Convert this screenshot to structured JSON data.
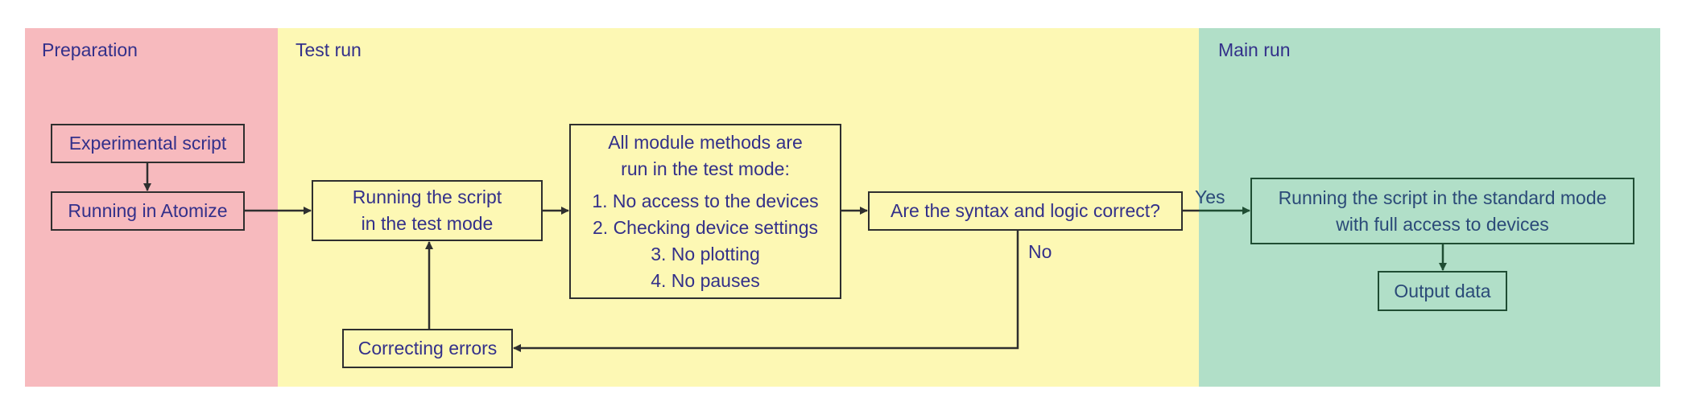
{
  "colors": {
    "preparation_bg": "#f7babe",
    "test_run_bg": "#fdf8b4",
    "main_run_bg": "#b1dfc8",
    "text_indigo": "#33308a",
    "text_teal_blue": "#2b4a78",
    "border_dark": "#2f2f2f",
    "border_green": "#1f4d33"
  },
  "lanes": {
    "preparation": {
      "label": "Preparation"
    },
    "test_run": {
      "label": "Test run"
    },
    "main_run": {
      "label": "Main run"
    }
  },
  "nodes": {
    "experimental_script": {
      "text": "Experimental script"
    },
    "running_in_atomize": {
      "text": "Running in Atomize"
    },
    "running_test_mode": {
      "lines": [
        "Running the script",
        "in the test mode"
      ]
    },
    "module_methods": {
      "heading": [
        "All module methods are",
        "run in the test mode:"
      ],
      "items": [
        "1. No access to the devices",
        "2. Checking device settings",
        "3. No plotting",
        "4. No pauses"
      ]
    },
    "decision": {
      "text": "Are the syntax and logic correct?"
    },
    "correcting_errors": {
      "text": "Correcting errors"
    },
    "standard_mode": {
      "lines": [
        "Running the script in the standard mode",
        "with full access to devices"
      ]
    },
    "output_data": {
      "text": "Output data"
    }
  },
  "edges": {
    "yes_label": "Yes",
    "no_label": "No"
  }
}
